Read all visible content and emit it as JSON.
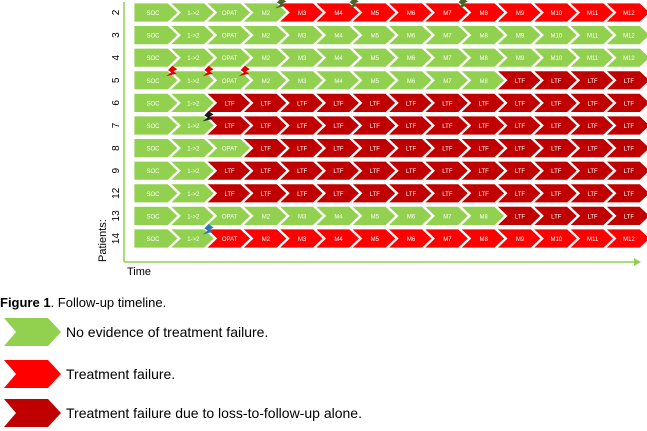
{
  "axis": {
    "y_label": "Patients:",
    "x_label": "Time"
  },
  "colors": {
    "no_failure": "#92d050",
    "treatment_failure": "#ff0000",
    "ltf_failure": "#c00000",
    "axis": "#92d050",
    "text_on_chevron": "#ffffff",
    "icon_green": "#4f6228",
    "icon_red": "#e00000",
    "icon_black": "#1a1a1a",
    "icon_blue": "#2e75b6"
  },
  "period_labels": [
    "SOC",
    "1->2",
    "OPAT",
    "M2",
    "M3",
    "M4",
    "M5",
    "M6",
    "M7",
    "M8",
    "M9",
    "M10",
    "M11",
    "M12"
  ],
  "patients": [
    {
      "id": "2",
      "cells": [
        "SOC",
        "1->2",
        "OPAT",
        "M2",
        "M3",
        "M4",
        "M5",
        "M6",
        "M7",
        "M8",
        "M9",
        "M10",
        "M11",
        "M12"
      ],
      "status": [
        "g",
        "g",
        "g",
        "g",
        "r",
        "r",
        "r",
        "r",
        "r",
        "r",
        "r",
        "r",
        "r",
        "r"
      ]
    },
    {
      "id": "3",
      "cells": [
        "SOC",
        "1->2",
        "OPAT",
        "M2",
        "M3",
        "M4",
        "M5",
        "M6",
        "M7",
        "M8",
        "M9",
        "M10",
        "M11",
        "M12"
      ],
      "status": [
        "g",
        "g",
        "g",
        "g",
        "g",
        "g",
        "g",
        "g",
        "g",
        "g",
        "g",
        "g",
        "g",
        "g"
      ]
    },
    {
      "id": "4",
      "cells": [
        "SOC",
        "1->2",
        "OPAT",
        "M2",
        "M3",
        "M4",
        "M5",
        "M6",
        "M7",
        "M8",
        "M9",
        "M10",
        "M11",
        "M12"
      ],
      "status": [
        "g",
        "g",
        "g",
        "g",
        "g",
        "g",
        "g",
        "g",
        "g",
        "g",
        "g",
        "g",
        "g",
        "g"
      ]
    },
    {
      "id": "5",
      "cells": [
        "SOC",
        "1->2",
        "OPAT",
        "M2",
        "M3",
        "M4",
        "M5",
        "M6",
        "M7",
        "M8",
        "LTF",
        "LTF",
        "LTF",
        "LTF"
      ],
      "status": [
        "g",
        "g",
        "g",
        "g",
        "g",
        "g",
        "g",
        "g",
        "g",
        "g",
        "d",
        "d",
        "d",
        "d"
      ]
    },
    {
      "id": "6",
      "cells": [
        "SOC",
        "1->2",
        "LTF",
        "LTF",
        "LTF",
        "LTF",
        "LTF",
        "LTF",
        "LTF",
        "LTF",
        "LTF",
        "LTF",
        "LTF",
        "LTF"
      ],
      "status": [
        "g",
        "g",
        "d",
        "d",
        "d",
        "d",
        "d",
        "d",
        "d",
        "d",
        "d",
        "d",
        "d",
        "d"
      ]
    },
    {
      "id": "7",
      "cells": [
        "SOC",
        "1->2",
        "LTF",
        "LTF",
        "LTF",
        "LTF",
        "LTF",
        "LTF",
        "LTF",
        "LTF",
        "LTF",
        "LTF",
        "LTF",
        "LTF"
      ],
      "status": [
        "g",
        "g",
        "d",
        "d",
        "d",
        "d",
        "d",
        "d",
        "d",
        "d",
        "d",
        "d",
        "d",
        "d"
      ]
    },
    {
      "id": "8",
      "cells": [
        "SOC",
        "1->2",
        "OPAT",
        "LTF",
        "LTF",
        "LTF",
        "LTF",
        "LTF",
        "LTF",
        "LTF",
        "LTF",
        "LTF",
        "LTF",
        "LTF"
      ],
      "status": [
        "g",
        "g",
        "g",
        "d",
        "d",
        "d",
        "d",
        "d",
        "d",
        "d",
        "d",
        "d",
        "d",
        "d"
      ]
    },
    {
      "id": "9",
      "cells": [
        "SOC",
        "1->2",
        "LTF",
        "LTF",
        "LTF",
        "LTF",
        "LTF",
        "LTF",
        "LTF",
        "LTF",
        "LTF",
        "LTF",
        "LTF",
        "LTF"
      ],
      "status": [
        "g",
        "g",
        "d",
        "d",
        "d",
        "d",
        "d",
        "d",
        "d",
        "d",
        "d",
        "d",
        "d",
        "d"
      ]
    },
    {
      "id": "12",
      "cells": [
        "SOC",
        "1->2",
        "LTF",
        "LTF",
        "LTF",
        "LTF",
        "LTF",
        "LTF",
        "LTF",
        "LTF",
        "LTF",
        "LTF",
        "LTF",
        "LTF"
      ],
      "status": [
        "g",
        "g",
        "d",
        "d",
        "d",
        "d",
        "d",
        "d",
        "d",
        "d",
        "d",
        "d",
        "d",
        "d"
      ]
    },
    {
      "id": "13",
      "cells": [
        "SOC",
        "1->2",
        "OPAT",
        "M2",
        "M3",
        "M4",
        "M5",
        "M6",
        "M7",
        "M8",
        "LTF",
        "LTF",
        "LTF",
        "LTF"
      ],
      "status": [
        "g",
        "g",
        "g",
        "g",
        "g",
        "g",
        "g",
        "g",
        "g",
        "g",
        "d",
        "d",
        "d",
        "d"
      ]
    },
    {
      "id": "14",
      "cells": [
        "SOC",
        "1->2",
        "OPAT",
        "M2",
        "M3",
        "M4",
        "M5",
        "M6",
        "M7",
        "M8",
        "M9",
        "M10",
        "M11",
        "M12"
      ],
      "status": [
        "g",
        "g",
        "r",
        "r",
        "r",
        "r",
        "r",
        "r",
        "r",
        "r",
        "r",
        "r",
        "r",
        "r"
      ]
    }
  ],
  "event_icons": [
    {
      "patient": "2",
      "cell": 4,
      "color": "icon_green",
      "name": "green-bolt-icon"
    },
    {
      "patient": "2",
      "cell": 6,
      "color": "icon_green",
      "name": "green-bolt-icon"
    },
    {
      "patient": "2",
      "cell": 9,
      "color": "icon_green",
      "name": "green-bolt-icon"
    },
    {
      "patient": "5",
      "cell": 1,
      "color": "icon_red",
      "name": "red-bolt-icon"
    },
    {
      "patient": "5",
      "cell": 2,
      "color": "icon_red",
      "name": "red-bolt-icon"
    },
    {
      "patient": "5",
      "cell": 3,
      "color": "icon_red",
      "name": "red-bolt-icon"
    },
    {
      "patient": "7",
      "cell": 2,
      "color": "icon_black",
      "name": "black-bolt-icon"
    },
    {
      "patient": "14",
      "cell": 2,
      "color": "icon_blue",
      "name": "blue-bolt-icon"
    }
  ],
  "caption": {
    "label": "Figure 1",
    "text": ". Follow-up timeline."
  },
  "legend": [
    {
      "status": "g",
      "label": "No evidence of treatment failure."
    },
    {
      "status": "r",
      "label": "Treatment failure."
    },
    {
      "status": "d",
      "label": "Treatment failure due to loss-to-follow-up alone."
    }
  ]
}
